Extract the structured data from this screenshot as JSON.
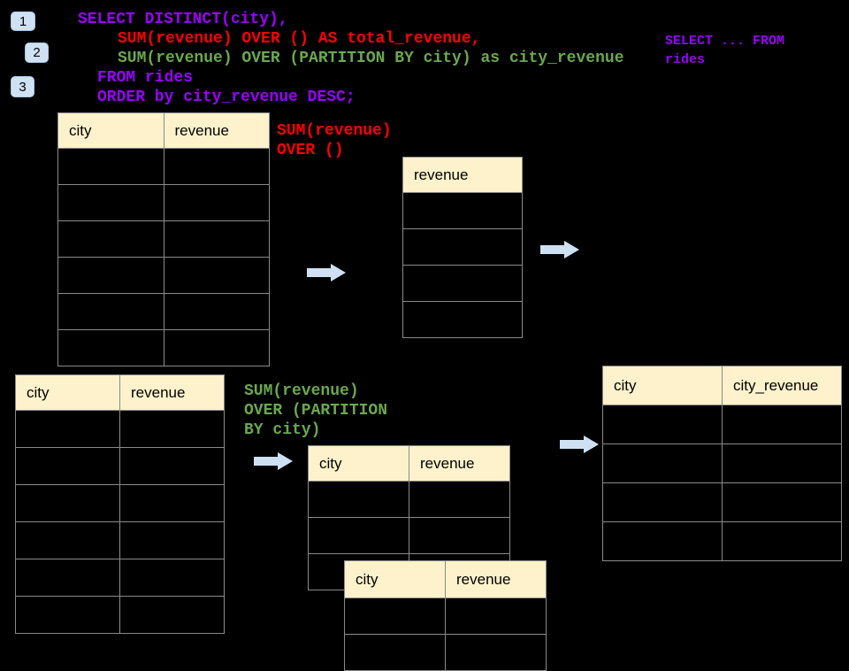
{
  "colors": {
    "background": "#000000",
    "sql_purple": "#9900ff",
    "sql_red": "#ff0000",
    "sql_green": "#6aa84f",
    "table_header_fill": "#fdf2cb",
    "table_border": "#8a8a8a",
    "badge_fill": "#cfe2f3",
    "arrow_fill": "#cfe0f2"
  },
  "badges": [
    {
      "label": "1"
    },
    {
      "label": "2"
    },
    {
      "label": "3"
    }
  ],
  "sql_code": {
    "lines": [
      {
        "text": "SELECT DISTINCT(city),",
        "color": "sql_purple"
      },
      {
        "text": "SUM(revenue) OVER () AS total_revenue,",
        "color": "sql_red"
      },
      {
        "text": "SUM(revenue) OVER (PARTITION BY city) as city_revenue",
        "color": "sql_green"
      },
      {
        "text": "FROM rides",
        "color": "sql_purple"
      },
      {
        "text": "ORDER by city_revenue DESC;",
        "color": "sql_purple"
      }
    ]
  },
  "side_note": {
    "lines": [
      "SELECT ... FROM",
      "rides"
    ],
    "color": "sql_purple"
  },
  "annotations": {
    "total": {
      "lines": [
        "SUM(revenue)",
        "OVER ()"
      ],
      "color": "sql_red"
    },
    "partition": {
      "lines": [
        "SUM(revenue)",
        "OVER (PARTITION",
        "BY city)"
      ],
      "color": "sql_green"
    }
  },
  "tables": {
    "rides_top": {
      "headers": [
        "city",
        "revenue"
      ],
      "empty_body_rows": 6
    },
    "total_revenue": {
      "headers": [
        "revenue"
      ],
      "empty_body_rows": 4
    },
    "rides_bottom": {
      "headers": [
        "city",
        "revenue"
      ],
      "empty_body_rows": 6
    },
    "partition_first": {
      "headers": [
        "city",
        "revenue"
      ],
      "empty_body_rows": 3
    },
    "partition_second": {
      "headers": [
        "city",
        "revenue"
      ],
      "empty_body_rows": 2
    },
    "city_revenue_result": {
      "headers": [
        "city",
        "city_revenue"
      ],
      "empty_body_rows": 4
    }
  }
}
